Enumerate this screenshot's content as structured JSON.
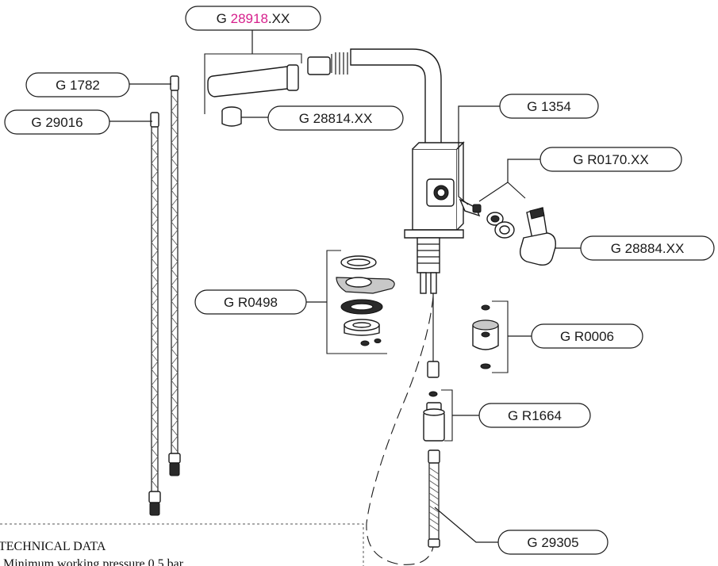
{
  "labels": {
    "spout_prefix": "G ",
    "spout_highlight": "28918",
    "spout_suffix": ".XX",
    "aerator": "G 28814.XX",
    "hose_1782": "G 1782",
    "hose_29016": "G 29016",
    "cartridge": "G 1354",
    "handle_kit": "G R0170.XX",
    "lever": "G 28884.XX",
    "fixing_kit": "G R0498",
    "connector_kit": "G R0006",
    "weight": "G R1664",
    "pullout_hose": "G 29305"
  },
  "colors": {
    "highlight": "#d6208c",
    "line": "#1a1a1a"
  },
  "technical": {
    "title": "TECHNICAL DATA",
    "line1": "Minimum working pressure 0,5 bar"
  }
}
